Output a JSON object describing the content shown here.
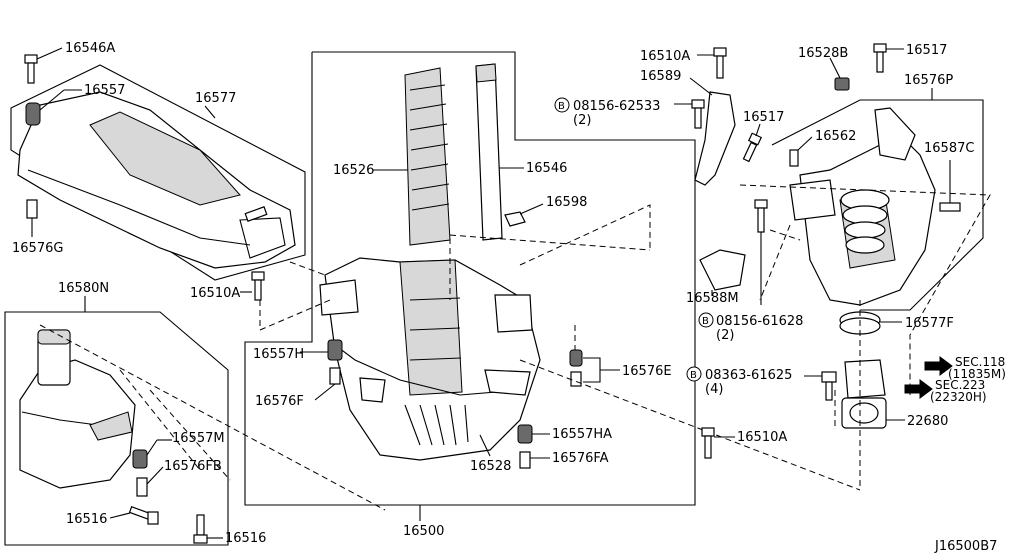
{
  "labels": {
    "p16546A": "16546A",
    "p16557": "16557",
    "p16577": "16577",
    "p16576G": "16576G",
    "p16580N": "16580N",
    "p16510A_left": "16510A",
    "p16526": "16526",
    "p16546": "16546",
    "p16598": "16598",
    "p16557H": "16557H",
    "p16576F": "16576F",
    "p16557M": "16557M",
    "p16576FB": "16576FB",
    "p16516_a": "16516",
    "p16516_b": "16516",
    "p16528": "16528",
    "p16557HA": "16557HA",
    "p16576FA": "16576FA",
    "p16576E": "16576E",
    "p16500": "16500",
    "p16510A_top": "16510A",
    "p16589": "16589",
    "p08156_62533": "08156-62533",
    "p08156_62533_qty": "(2)",
    "p16517_mid": "16517",
    "p16528B": "16528B",
    "p16517_top": "16517",
    "p16576P": "16576P",
    "p16562": "16562",
    "p16587C": "16587C",
    "p16588M": "16588M",
    "p08156_61628": "08156-61628",
    "p08156_61628_qty": "(2)",
    "p16577F": "16577F",
    "p08363_61625": "08363-61625",
    "p08363_61625_qty": "(4)",
    "p16510A_right": "16510A",
    "p22680": "22680",
    "sec118": "SEC.118",
    "sec118_sub": "(11835M)",
    "sec223": "SEC.223",
    "sec223_sub": "(22320H)",
    "diagram_id": "J16500B7",
    "bolt_mark": "B"
  }
}
